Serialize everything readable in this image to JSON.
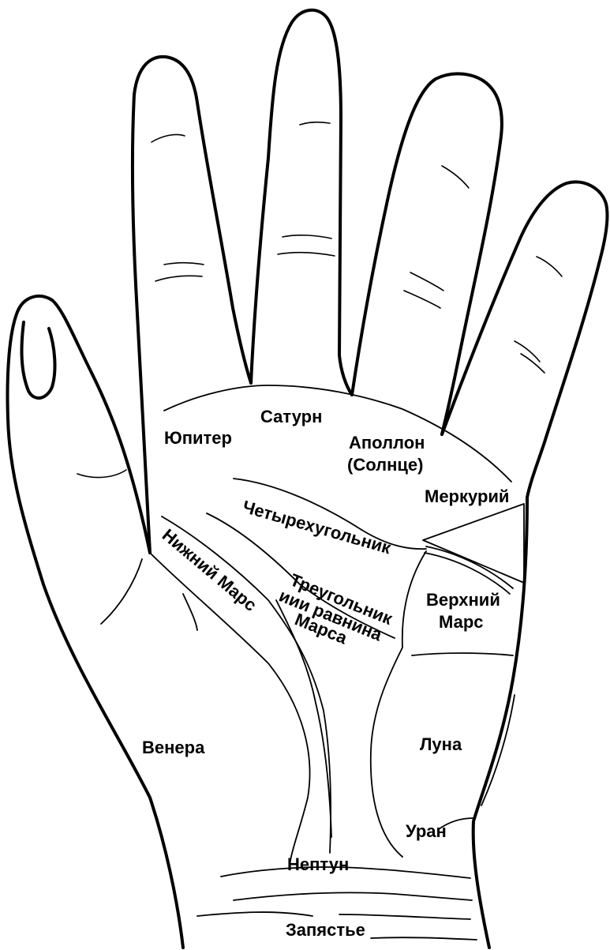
{
  "diagram": {
    "regions": {
      "jupiter": "Юпитер",
      "saturn": "Сатурн",
      "apollo_line1": "Аполлон",
      "apollo_line2": "(Солнце)",
      "mercury": "Меркурий",
      "quadrangle": "Четырехугольник",
      "lower_mars": "Нижний Марс",
      "triangle_line1": "Треугольник",
      "triangle_line2": "иии равнина",
      "triangle_line3": "Марса",
      "upper_mars_line1": "Верхний",
      "upper_mars_line2": "Марс",
      "venus": "Венера",
      "moon": "Луна",
      "uranus": "Уран",
      "neptune": "Нептун",
      "wrist": "Запястье"
    },
    "colors": {
      "line": "#000000",
      "background": "#ffffff"
    }
  }
}
